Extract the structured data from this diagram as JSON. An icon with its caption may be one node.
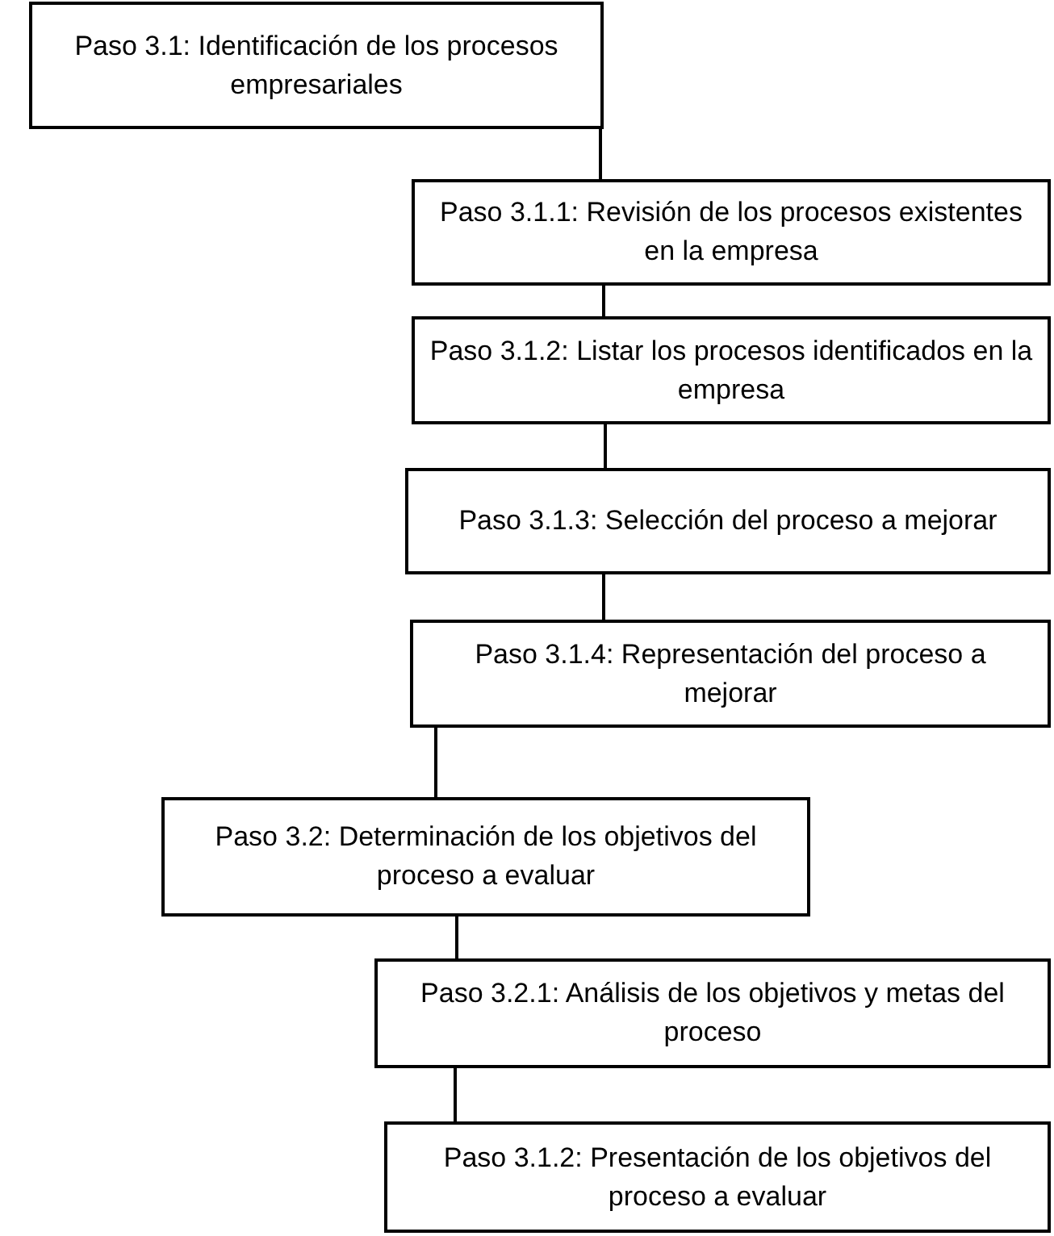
{
  "diagram": {
    "nodes": [
      {
        "text": [
          "Paso 3.1: Identificación de los procesos empresariales"
        ]
      },
      {
        "text": [
          "Paso 3.1.1: Revisión de los procesos existentes en la empresa"
        ]
      },
      {
        "text": [
          "Paso 3.1.2: Listar los procesos identificados en la empresa"
        ]
      },
      {
        "text": [
          "Paso 3.1.3: Selección del proceso a mejorar"
        ]
      },
      {
        "text": [
          "Paso 3.1.4: Representación del proceso a mejorar"
        ]
      },
      {
        "text": [
          "Paso 3.2: Determinación de los objetivos del proceso a evaluar"
        ]
      },
      {
        "text": [
          "Paso 3.2.1: Análisis de los objetivos y metas del proceso"
        ]
      },
      {
        "text": [
          "Paso 3.1.2: Presentación de los objetivos del proceso a evaluar"
        ]
      }
    ],
    "edges": [
      {
        "from": 0,
        "to": 1,
        "arrow": "none"
      },
      {
        "from": 1,
        "to": 2,
        "arrow": "none"
      },
      {
        "from": 2,
        "to": 3,
        "arrow": "none"
      },
      {
        "from": 3,
        "to": 4,
        "arrow": "none"
      },
      {
        "from": 4,
        "to": 5,
        "arrow": "none"
      },
      {
        "from": 5,
        "to": 6,
        "arrow": "none"
      },
      {
        "from": 6,
        "to": 7,
        "arrow": "none"
      }
    ]
  }
}
